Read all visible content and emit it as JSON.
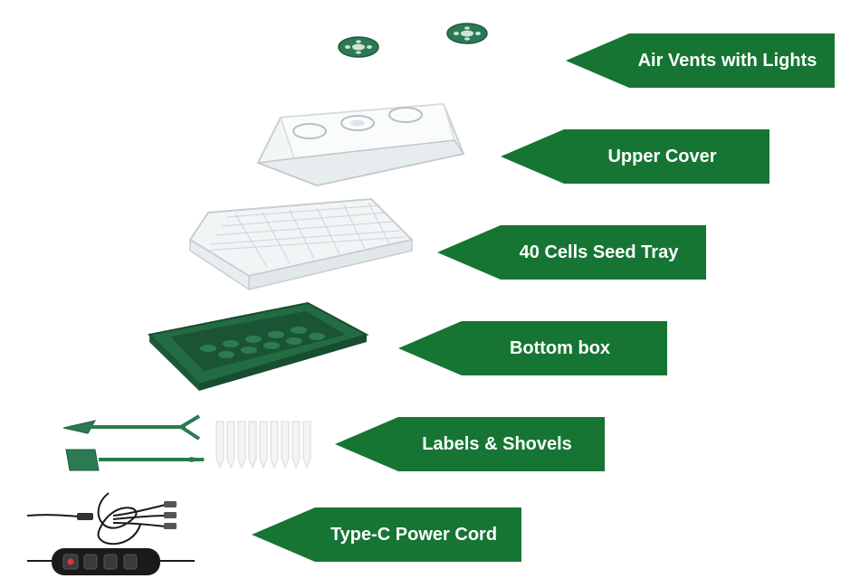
{
  "colors": {
    "label_green": "#167533",
    "tray_green": "#1e5f3a",
    "clear_plastic": "#eef2f3",
    "cord_black": "#1a1a1a"
  },
  "parts": [
    {
      "id": "air-vents",
      "label": "Air Vents with Lights",
      "icon": "vent-icon"
    },
    {
      "id": "upper-cover",
      "label": "Upper Cover",
      "icon": "dome-cover-icon"
    },
    {
      "id": "seed-tray",
      "label": "40 Cells Seed Tray",
      "icon": "seed-tray-icon"
    },
    {
      "id": "bottom-box",
      "label": "Bottom box",
      "icon": "bottom-box-icon"
    },
    {
      "id": "labels-shovels",
      "label": "Labels & Shovels",
      "icon": "shovel-icon"
    },
    {
      "id": "power-cord",
      "label": "Type-C Power Cord",
      "icon": "power-cord-icon"
    }
  ]
}
